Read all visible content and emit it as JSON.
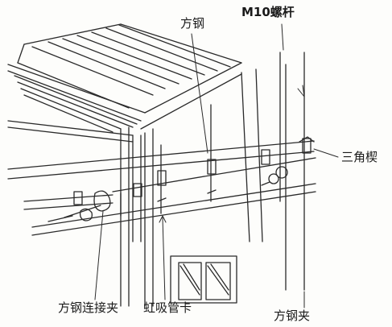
{
  "labels": {
    "square_steel": "方钢",
    "m10_rod": "M10螺杆",
    "triangle_wedge": "三角楔",
    "steel_connector_clamp": "方钢连接夹",
    "siphon_pipe_clamp": "虹吸管卡",
    "square_steel_clamp": "方钢夹"
  },
  "colors": {
    "line": "#2a2a2a",
    "paper": "#fdfdfb"
  }
}
